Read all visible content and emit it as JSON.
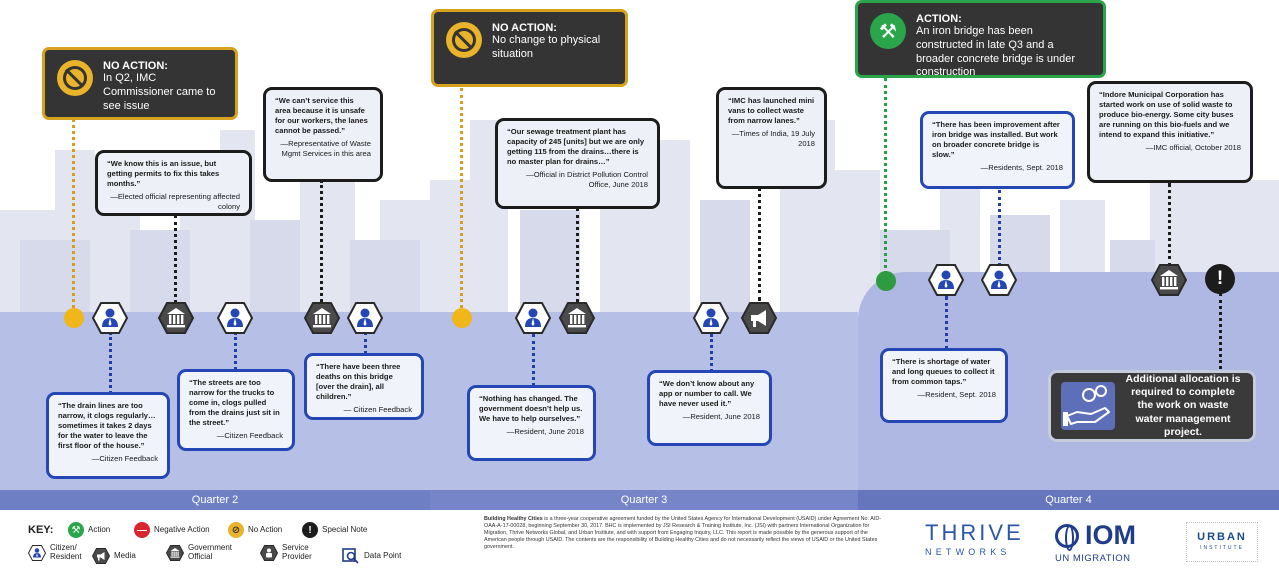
{
  "quarters": [
    "Quarter 2",
    "Quarter 3",
    "Quarter 4"
  ],
  "actions": [
    {
      "title": "NO ACTION:",
      "text": "In Q2, IMC Commissioner came to see issue",
      "icon": "no-action-icon"
    },
    {
      "title": "NO ACTION:",
      "text": "No change to physical situation",
      "icon": "no-action-icon"
    },
    {
      "title": "ACTION:",
      "text": "An iron bridge has been constructed in late Q3 and a broader concrete bridge is under construction",
      "icon": "tools-icon"
    }
  ],
  "quotes": {
    "elected": {
      "quote": "“We know this is an issue, but getting permits to fix this takes months.”",
      "attribution": "—Elected official representing affected colony"
    },
    "waste": {
      "quote": "“We can’t service this area because it is unsafe for our workers, the lanes cannot be passed.”",
      "attribution": "—Representative of Waste Mgmt Services in this area"
    },
    "sewage": {
      "quote": "“Our sewage treatment plant has capacity of 245 [units] but we are only getting 115 from the drains…there is no master plan for drains…”",
      "attribution": "—Official in District Pollution Control Office, June 2018"
    },
    "imc_vans": {
      "quote": "“IMC has launched mini vans to collect waste from narrow lanes.”",
      "attribution": "—Times of India, 19 July 2018"
    },
    "improvement": {
      "quote": "“There has been improvement after iron bridge was installed. But work on broader concrete bridge is slow.”",
      "attribution": "—Residents, Sept. 2018"
    },
    "indore": {
      "quote": "“Indore Municipal Corporation has started work on use of solid waste to produce bio-energy. Some city buses are running on this bio-fuels and we intend to expand this initiative.”",
      "attribution": "—IMC official, October 2018"
    },
    "drains": {
      "quote": "“The drain lines are too narrow, it clogs regularly… sometimes it takes 2 days for the water to leave the first floor of the house.”",
      "attribution": "—Citizen Feedback"
    },
    "streets": {
      "quote": "“The streets are too narrow for the trucks to come in, clogs pulled from the drains just sit in the street.”",
      "attribution": "—Citizen Feedback"
    },
    "deaths": {
      "quote": "“There have been three deaths on this bridge [over the drain], all children.”",
      "attribution": "— Citizen Feedback"
    },
    "nothing": {
      "quote": "“Nothing has changed. The government doesn’t help us. We have to help ourselves.”",
      "attribution": "—Resident, June 2018"
    },
    "app": {
      "quote": "“We don’t know about any app or number to call. We have never used it.”",
      "attribution": "—Resident, June 2018"
    },
    "shortage": {
      "quote": "“There is shortage of water and long queues to collect it from common taps.”",
      "attribution": "—Resident, Sept. 2018"
    }
  },
  "special_note": {
    "text": "Additional allocation is required to complete the work on waste water management project.",
    "icon": "money-hand-icon"
  },
  "key": {
    "title": "KEY:",
    "items": [
      {
        "label": "Action",
        "icon": "action-icon"
      },
      {
        "label": "Negative Action",
        "icon": "negative-action-icon"
      },
      {
        "label": "No Action",
        "icon": "no-action-icon"
      },
      {
        "label": "Special Note",
        "icon": "special-note-icon"
      },
      {
        "label": "Citizen/ Resident",
        "icon": "citizen-icon"
      },
      {
        "label": "Media",
        "icon": "media-icon"
      },
      {
        "label": "Government Official",
        "icon": "government-icon"
      },
      {
        "label": "Service Provider",
        "icon": "service-provider-icon"
      },
      {
        "label": "Data Point",
        "icon": "data-point-icon"
      }
    ]
  },
  "funding": {
    "lead": "Building Healthy Cities",
    "text": " is a three-year cooperative agreement funded by the United States Agency for International Development (USAID) under Agreement No. AID-OAA-A-17-00028, beginning September 30, 2017. BHC is implemented by JSI Research & Training Institute, Inc. (JSI) with partners International Organization for Migration, Thrive Networks Global, and Urban Institute, and with support from Engaging Inquiry, LLC. This report is made possible by the generous support of the American people through USAID. The contents are the responsibility of Building Healthy Cities and do not necessarily reflect the views of USAID or the United States government."
  },
  "logos": {
    "thrive": "THRIVE",
    "thrive_sub": "NETWORKS",
    "iom": "IOM",
    "iom_sub": "UN MIGRATION",
    "urban": "URBAN",
    "urban_sub": "INSTITUTE"
  },
  "colors": {
    "action": "#2aa54a",
    "no_action": "#e9b32a",
    "negative": "#d9262e",
    "dark": "#343434",
    "blue_border": "#2447b5",
    "ground": "#b6bfe5",
    "quarter_bar": "#6f7fc4"
  }
}
